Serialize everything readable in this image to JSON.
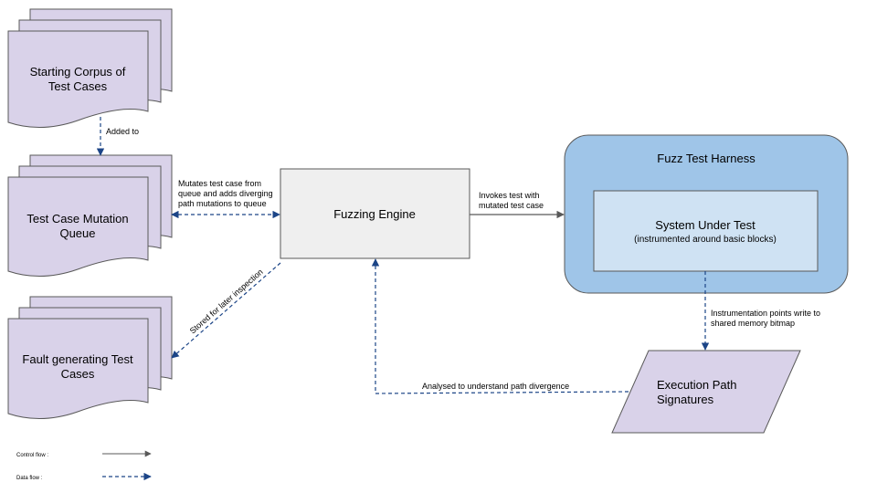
{
  "nodes": {
    "corpus": {
      "line1": "Starting Corpus of",
      "line2": "Test Cases"
    },
    "queue": {
      "line1": "Test Case Mutation",
      "line2": "Queue"
    },
    "faults": {
      "line1": "Fault generating Test",
      "line2": "Cases"
    },
    "engine": {
      "label": "Fuzzing Engine"
    },
    "harness": {
      "label": "Fuzz Test Harness"
    },
    "sut": {
      "label": "System Under Test",
      "sublabel": "(instrumented around basic blocks)"
    },
    "signatures": {
      "line1": "Execution Path",
      "line2": "Signatures"
    }
  },
  "edges": {
    "added_to": "Added to",
    "mutates": {
      "line1": "Mutates test case from",
      "line2": "queue and adds diverging",
      "line3": "path mutations to queue"
    },
    "invokes": {
      "line1": "Invokes test with",
      "line2": "mutated test case"
    },
    "stored": "Stored for later inspection",
    "instrumentation": {
      "line1": "Instrumentation points write to",
      "line2": "shared memory bitmap"
    },
    "analysed": "Analysed to understand path divergence"
  },
  "legend": {
    "control_flow": "Control flow :",
    "data_flow": "Data flow :"
  },
  "colors": {
    "document_fill": "#d9d2e9",
    "engine_fill": "#efefef",
    "harness_fill": "#9fc5e8",
    "sut_fill": "#cfe2f3",
    "data_flow": "#1c4587",
    "control_flow": "#595959"
  }
}
